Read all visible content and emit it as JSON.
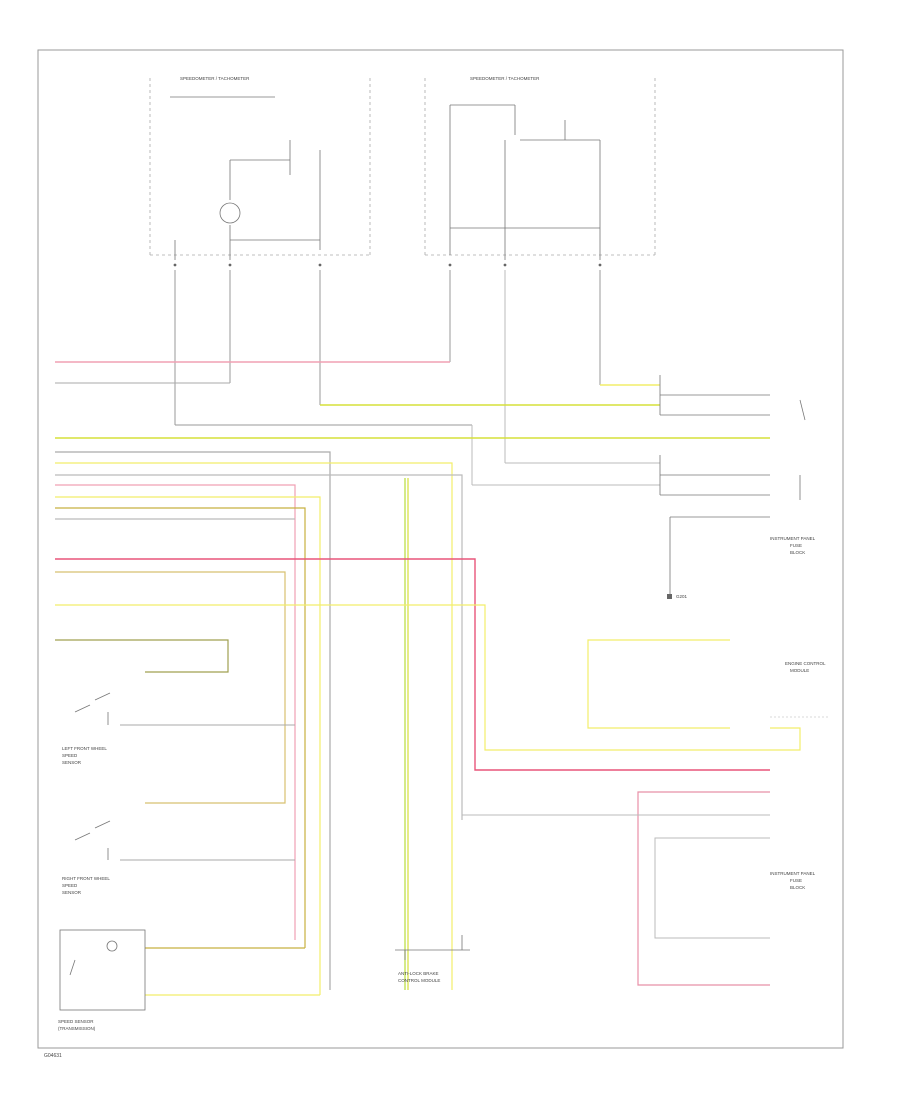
{
  "title_left": "SPEEDOMETER / TACHOMETER",
  "title_right": "SPEEDOMETER / TACHOMETER",
  "component_labels": {
    "left_front_sensor": [
      "LEFT FRONT WHEEL",
      "SPEED",
      "SENSOR"
    ],
    "right_front_sensor": [
      "RIGHT FRONT WHEEL",
      "SPEED",
      "SENSOR"
    ],
    "speed_sensor": [
      "SPEED SENSOR",
      "(TRANSMISSION)"
    ],
    "abs_unit": [
      "ANTI-LOCK BRAKE",
      "CONTROL MODULE"
    ],
    "instrument_panel_1": [
      "INSTRUMENT PANEL",
      "FUSE",
      "BLOCK"
    ],
    "engine_control": [
      "ENGINE CONTROL",
      "MODULE"
    ],
    "instrument_panel_2": [
      "INSTRUMENT PANEL",
      "FUSE",
      "BLOCK"
    ],
    "ground": [
      "G201"
    ]
  },
  "wire_colors": {
    "red": "#e8557a",
    "red_light": "#f0a0b4",
    "yellow_green": "#d6e03a",
    "yellow": "#f2ee6a",
    "green_yellow": "#b8dd3a",
    "olive": "#a0a050",
    "tan": "#d8c070",
    "gray": "#999999",
    "pink": "#e890a8"
  },
  "footer_code": "G04631"
}
